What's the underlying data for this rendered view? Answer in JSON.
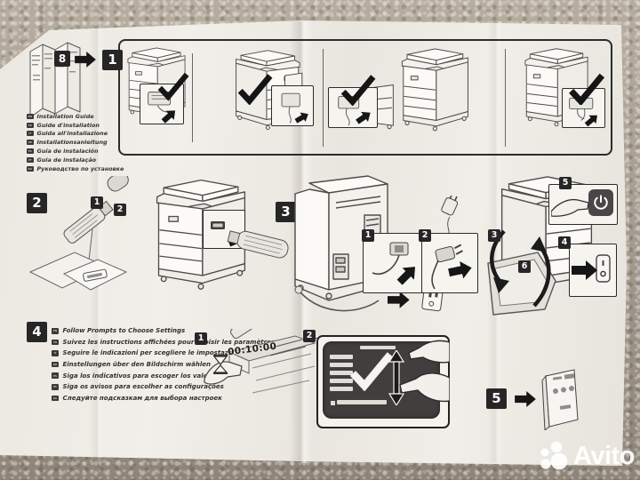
{
  "watermark": {
    "brand": "Avito"
  },
  "intro": {
    "prev_step_badge": "8",
    "step1_badge": "1"
  },
  "language_titles": [
    {
      "code": "EN",
      "label": "Installation Guide"
    },
    {
      "code": "FR",
      "label": "Guide d'installation"
    },
    {
      "code": "IT",
      "label": "Guida all'installazione"
    },
    {
      "code": "DE",
      "label": "Installationsanleitung"
    },
    {
      "code": "ES",
      "label": "Guía de instalación"
    },
    {
      "code": "PT",
      "label": "Guia de instalação"
    },
    {
      "code": "RU",
      "label": "Руководство по установке"
    }
  ],
  "step2": {
    "badge": "2",
    "sub_badge_1": "1",
    "sub_badge_2": "2"
  },
  "step3": {
    "badge": "3",
    "sub_badge_1": "1",
    "sub_badge_2": "2"
  },
  "power_steps": {
    "sub_badge_3": "3",
    "sub_badge_4": "4",
    "sub_badge_5": "5",
    "sub_badge_6": "6"
  },
  "step4": {
    "badge": "4",
    "sub_badge_1": "1",
    "sub_badge_2": "2",
    "timer": "00:10:00",
    "instructions": [
      {
        "code": "EN",
        "label": "Follow Prompts to Choose Settings"
      },
      {
        "code": "FR",
        "label": "Suivez les instructions affichées pour choisir les paramètres"
      },
      {
        "code": "IT",
        "label": "Seguire le indicazioni per scegliere le impostazioni"
      },
      {
        "code": "DE",
        "label": "Einstellungen über den Bildschirm wählen"
      },
      {
        "code": "ES",
        "label": "Siga los indicativos para escoger los valores"
      },
      {
        "code": "PT",
        "label": "Siga os avisos para escolher as configurações"
      },
      {
        "code": "RU",
        "label": "Следуйте подсказкам для выбора настроек"
      }
    ]
  },
  "step5": {
    "badge": "5"
  }
}
